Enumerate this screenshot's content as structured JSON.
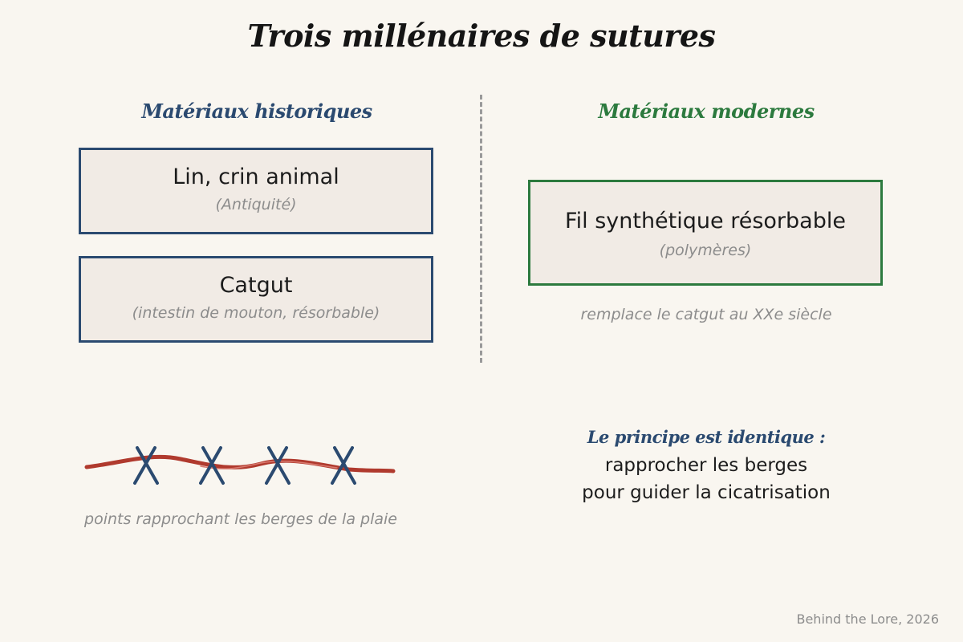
{
  "title": "Trois millénaires de sutures",
  "historical": {
    "heading": "Matériaux historiques",
    "items": [
      {
        "name": "Lin, crin animal",
        "detail": "(Antiquité)"
      },
      {
        "name": "Catgut",
        "detail": "(intestin de mouton, résorbable)"
      }
    ]
  },
  "modern": {
    "heading": "Matériaux modernes",
    "item": {
      "name": "Fil synthétique résorbable",
      "detail": "(polymères)"
    },
    "note": "remplace le catgut au XXe siècle"
  },
  "illustration": {
    "caption": "points rapprochant les berges de la plaie",
    "stitch_count": 4
  },
  "principle": {
    "label": "Le principe est identique :",
    "line1": "rapprocher les berges",
    "line2": "pour guider la cicatrisation"
  },
  "credit": "Behind the Lore, 2026",
  "colors": {
    "background": "#f9f6f0",
    "historical": "#2b4a70",
    "modern": "#2c7a3e",
    "thread": "#b03a2e",
    "box_fill": "#f1ebe5",
    "muted_text": "#8c8c8c"
  }
}
